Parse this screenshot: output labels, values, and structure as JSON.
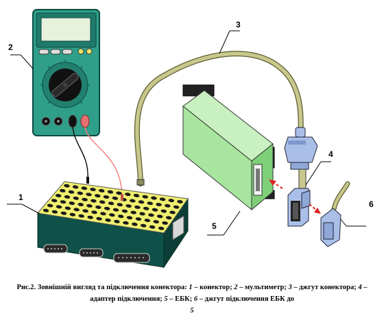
{
  "labels": {
    "l1": "1",
    "l2": "2",
    "l3": "3",
    "l4": "4",
    "l5": "5",
    "l6": "6"
  },
  "caption": {
    "prefix": "Рис.2. Зовнішній вигляд та підключення конектора: ",
    "items": [
      {
        "num": "1",
        "text": " – конектор; "
      },
      {
        "num": "2",
        "text": " – мультиметр; "
      },
      {
        "num": "3",
        "text": " – джгут конектора; "
      },
      {
        "num": "4",
        "text": " – адаптер підключення; "
      },
      {
        "num": "5",
        "text": " – ЕБК; "
      },
      {
        "num": "6",
        "text": " – джгут підключення ЕБК до "
      },
      {
        "num": "5",
        "text": ""
      }
    ]
  },
  "colors": {
    "multimeter_body": "#2f9f8a",
    "multimeter_screen": "#e6f2dc",
    "connector_top": "#f0ef70",
    "connector_side": "#0f5148",
    "cable": "#c8c88c",
    "ecu_body": "#a8e6a0",
    "plug": "#a9bfe8",
    "arrow": "#e02020",
    "probe_red": "#f08080"
  }
}
